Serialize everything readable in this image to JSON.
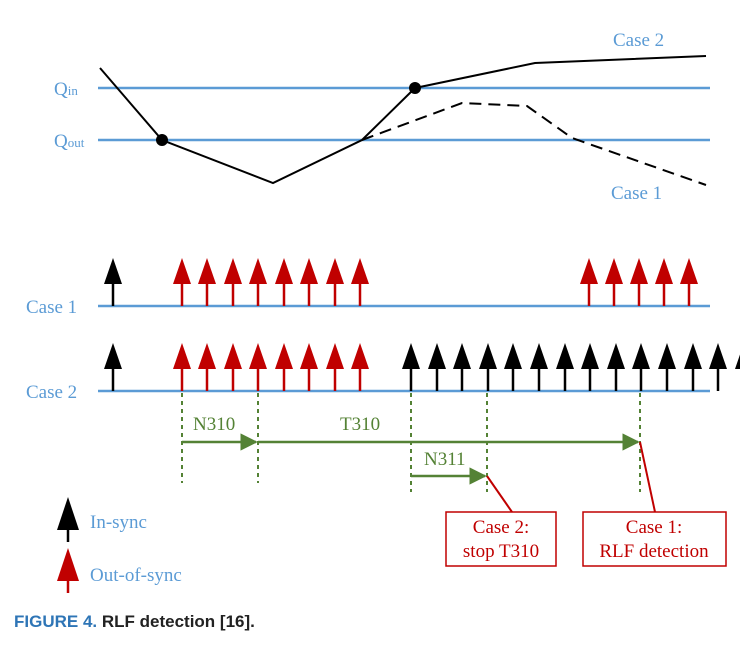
{
  "figure": {
    "levels": {
      "q_in": "Q",
      "q_in_sub": "in",
      "q_out": "Q",
      "q_out_sub": "out"
    },
    "top_curve_labels": {
      "case2": "Case 2",
      "case1": "Case 1"
    },
    "row_labels": {
      "case1": "Case 1",
      "case2": "Case 2"
    },
    "timers": {
      "n310": "N310",
      "t310": "T310",
      "n311": "N311"
    },
    "callouts": {
      "case2": {
        "line1": "Case 2:",
        "line2": "stop T310"
      },
      "case1": {
        "line1": "Case 1:",
        "line2": "RLF detection"
      }
    },
    "legend": {
      "in_sync": "In-sync",
      "out_of_sync": "Out-of-sync"
    },
    "indications": {
      "case1": [
        "in",
        "out",
        "out",
        "out",
        "out",
        "out",
        "out",
        "out",
        "out",
        "out",
        "out",
        "out",
        "out",
        "out"
      ],
      "case2": [
        "in",
        "out",
        "out",
        "out",
        "out",
        "out",
        "out",
        "out",
        "out",
        "in",
        "in",
        "in",
        "in",
        "in",
        "in",
        "in",
        "in",
        "in",
        "in",
        "in",
        "in",
        "in",
        "in"
      ]
    },
    "colors": {
      "level_line": "#5b9bd5",
      "in_sync": "#000000",
      "out_of_sync": "#c00000",
      "timer": "#548235",
      "callout": "#c00000"
    }
  },
  "caption": {
    "number": "FIGURE 4.",
    "text": "RLF detection [16]."
  }
}
